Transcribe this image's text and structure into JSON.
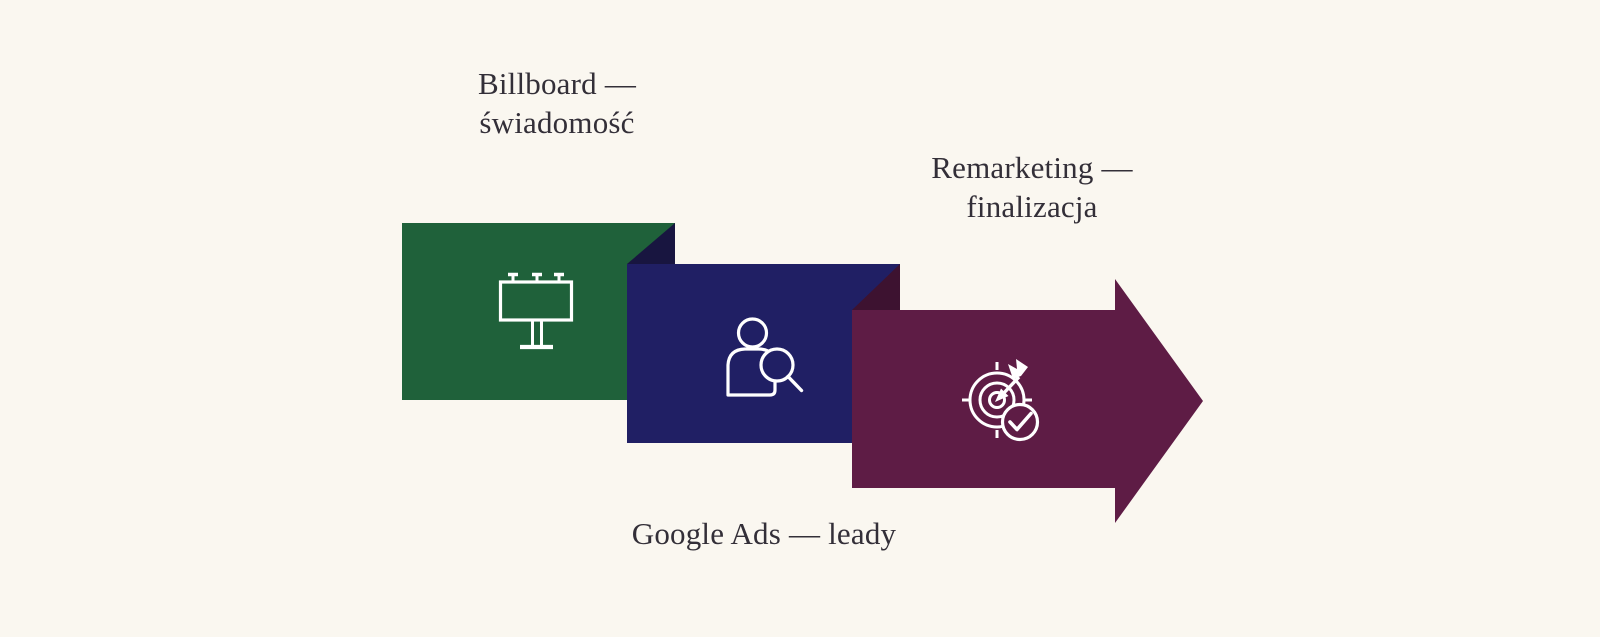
{
  "canvas": {
    "background_color": "#FAF7F0",
    "text_color": "#332F38",
    "icon_stroke_color": "#FFFFFF"
  },
  "steps": [
    {
      "name": "billboard",
      "label_line1": "Billboard —",
      "label_line2": "świadomość",
      "color": "#1F613A",
      "icon": "billboard-icon"
    },
    {
      "name": "google-ads",
      "label": "Google Ads — leady",
      "color": "#201F64",
      "fold_color": "#181540",
      "icon": "person-search-icon"
    },
    {
      "name": "remarketing",
      "label_line1": "Remarketing —",
      "label_line2": "finalizacja",
      "color": "#5E1C45",
      "fold_color": "#3D1230",
      "icon": "target-check-icon"
    }
  ]
}
